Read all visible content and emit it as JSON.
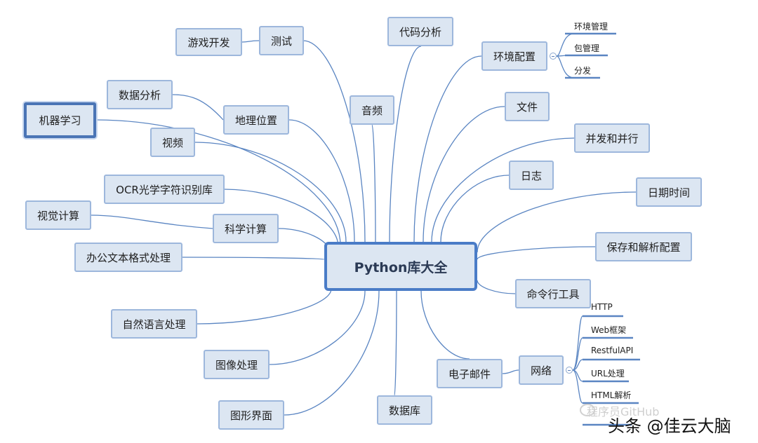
{
  "center": "Python库大全",
  "nodes": {
    "youxi": "游戏开发",
    "ceshi": "测试",
    "daima": "代码分析",
    "huanjing": "环境配置",
    "shuju": "数据分析",
    "jiqi": "机器学习",
    "yinpin": "音频",
    "wenjian": "文件",
    "dili": "地理位置",
    "shipin": "视频",
    "bingfa": "并发和并行",
    "rizhi": "日志",
    "ocr": "OCR光学字符识别库",
    "riqi": "日期时间",
    "shijue": "视觉计算",
    "kexue": "科学计算",
    "baocun": "保存和解析配置",
    "bangong": "办公文本格式处理",
    "minglinghang": "命令行工具",
    "ziran": "自然语言处理",
    "tuxiang": "图像处理",
    "dianzi": "电子邮件",
    "wangluo": "网络",
    "tuxing": "图形界面",
    "shujuku": "数据库"
  },
  "env_children": [
    "环境管理",
    "包管理",
    "分发"
  ],
  "net_children": [
    "HTTP",
    "Web框架",
    "RestfulAPI",
    "URL处理",
    "HTML解析"
  ],
  "watermark": {
    "faint": "程序员GitHub",
    "main": "头条 @佳云大脑"
  },
  "colors": {
    "line": "#5a85c2",
    "node_fill": "#dce6f2",
    "node_border": "#9db7dc",
    "center_border": "#4a7cc7"
  }
}
